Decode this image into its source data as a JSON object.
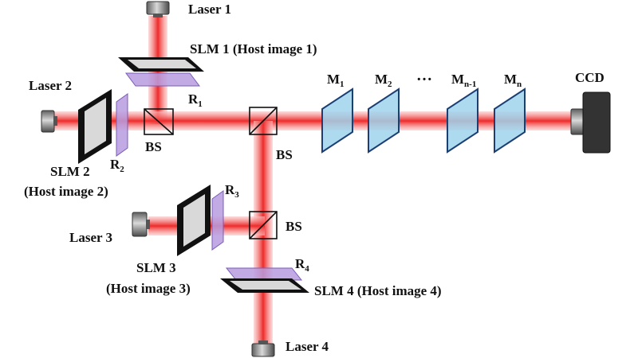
{
  "colors": {
    "beam": "#ee2a2a",
    "beam_glow": "#f9b0b0",
    "slm_frame": "#111111",
    "slm_glass": "#d9d9d9",
    "r_plate": "#b79ce0",
    "mask": "#9fd4ec",
    "mask_edge": "#1b3f73",
    "laser_body": "#8a8a8a",
    "ccd_body": "#333333"
  },
  "labels": {
    "laser1": "Laser 1",
    "laser2": "Laser 2",
    "laser3": "Laser 3",
    "laser4": "Laser 4",
    "slm1": "SLM 1 (Host image 1)",
    "slm2_a": "SLM 2",
    "slm2_b": "(Host image 2)",
    "slm3_a": "SLM 3",
    "slm3_b": "(Host image 3)",
    "slm4": "SLM 4 (Host image 4)",
    "r1": "R",
    "r1_sub": "1",
    "r2": "R",
    "r2_sub": "2",
    "r3": "R",
    "r3_sub": "3",
    "r4": "R",
    "r4_sub": "4",
    "bs1": "BS",
    "bs2": "BS",
    "bs3": "BS",
    "m1": "M",
    "m1_sub": "1",
    "m2": "M",
    "m2_sub": "2",
    "dots": "…",
    "mn1": "M",
    "mn1_sub": "n-1",
    "mn": "M",
    "mn_sub": "n",
    "ccd": "CCD"
  }
}
